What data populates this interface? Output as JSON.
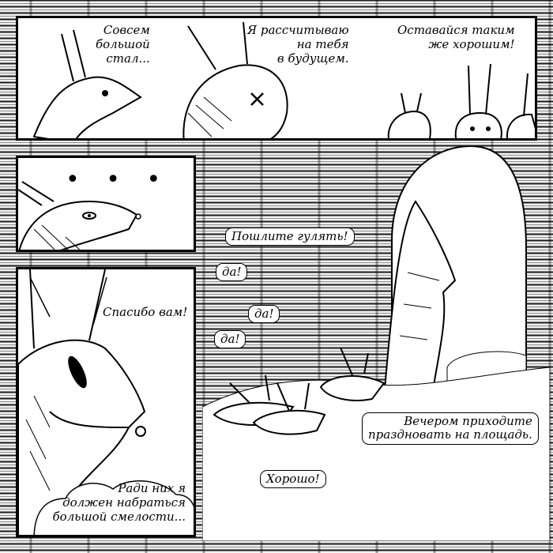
{
  "panel1": {
    "caption_left": "Совсем\nбольшой\nстал...",
    "caption_mid": "Я рассчитываю\nна тебя\nв будущем.",
    "caption_right": "Оставайся таким\nже хорошим!"
  },
  "panel2": {
    "ellipsis": "• • •"
  },
  "panel3": {
    "bubble": "Спасибо вам!",
    "narration": "Ради них я\nдолжен набраться\nбольшой смелости..."
  },
  "scene": {
    "bubble_walk": "Пошлите гулять!",
    "bubble_da1": "да!",
    "bubble_da2": "да!",
    "bubble_da3": "да!",
    "bubble_evening": "Вечером приходите\nпраздновать на площадь.",
    "bubble_ok": "Хорошо!"
  }
}
